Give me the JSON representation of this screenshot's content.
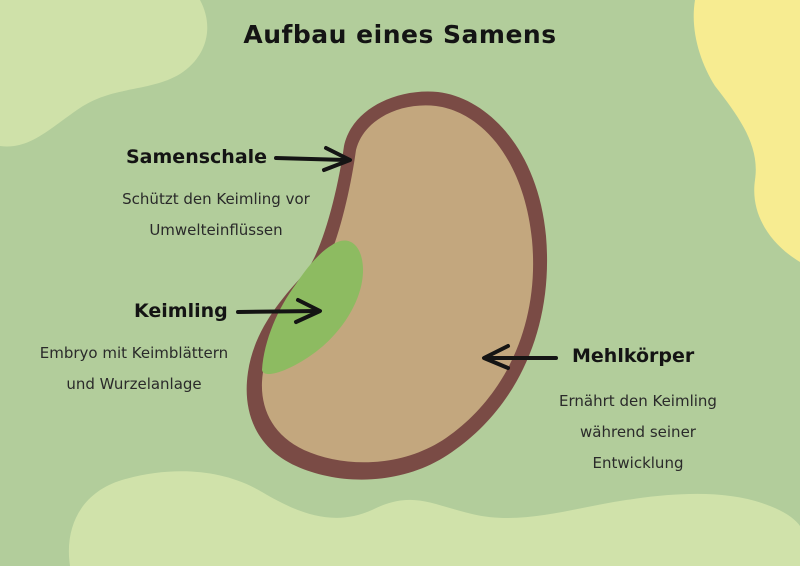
{
  "title": "Aufbau eines Samens",
  "colors": {
    "background": "#b2cd9b",
    "seed_coat": "#7a4b45",
    "endosperm": "#c3a77e",
    "embryo": "#8dbb61",
    "watercolor_green": "#d3e4ac",
    "watercolor_yellow": "#f7ec91",
    "text": "#141414"
  },
  "parts": {
    "seed_coat": {
      "label": "Samenschale",
      "description": [
        "Schützt den Keimling vor",
        "Umwelteinflüssen"
      ]
    },
    "embryo": {
      "label": "Keimling",
      "description": [
        "Embryo mit Keimblättern",
        "und Wurzelanlage"
      ]
    },
    "endosperm": {
      "label": "Mehlkörper",
      "description": [
        "Ernährt den Keimling",
        "während seiner",
        "Entwicklung"
      ]
    }
  }
}
